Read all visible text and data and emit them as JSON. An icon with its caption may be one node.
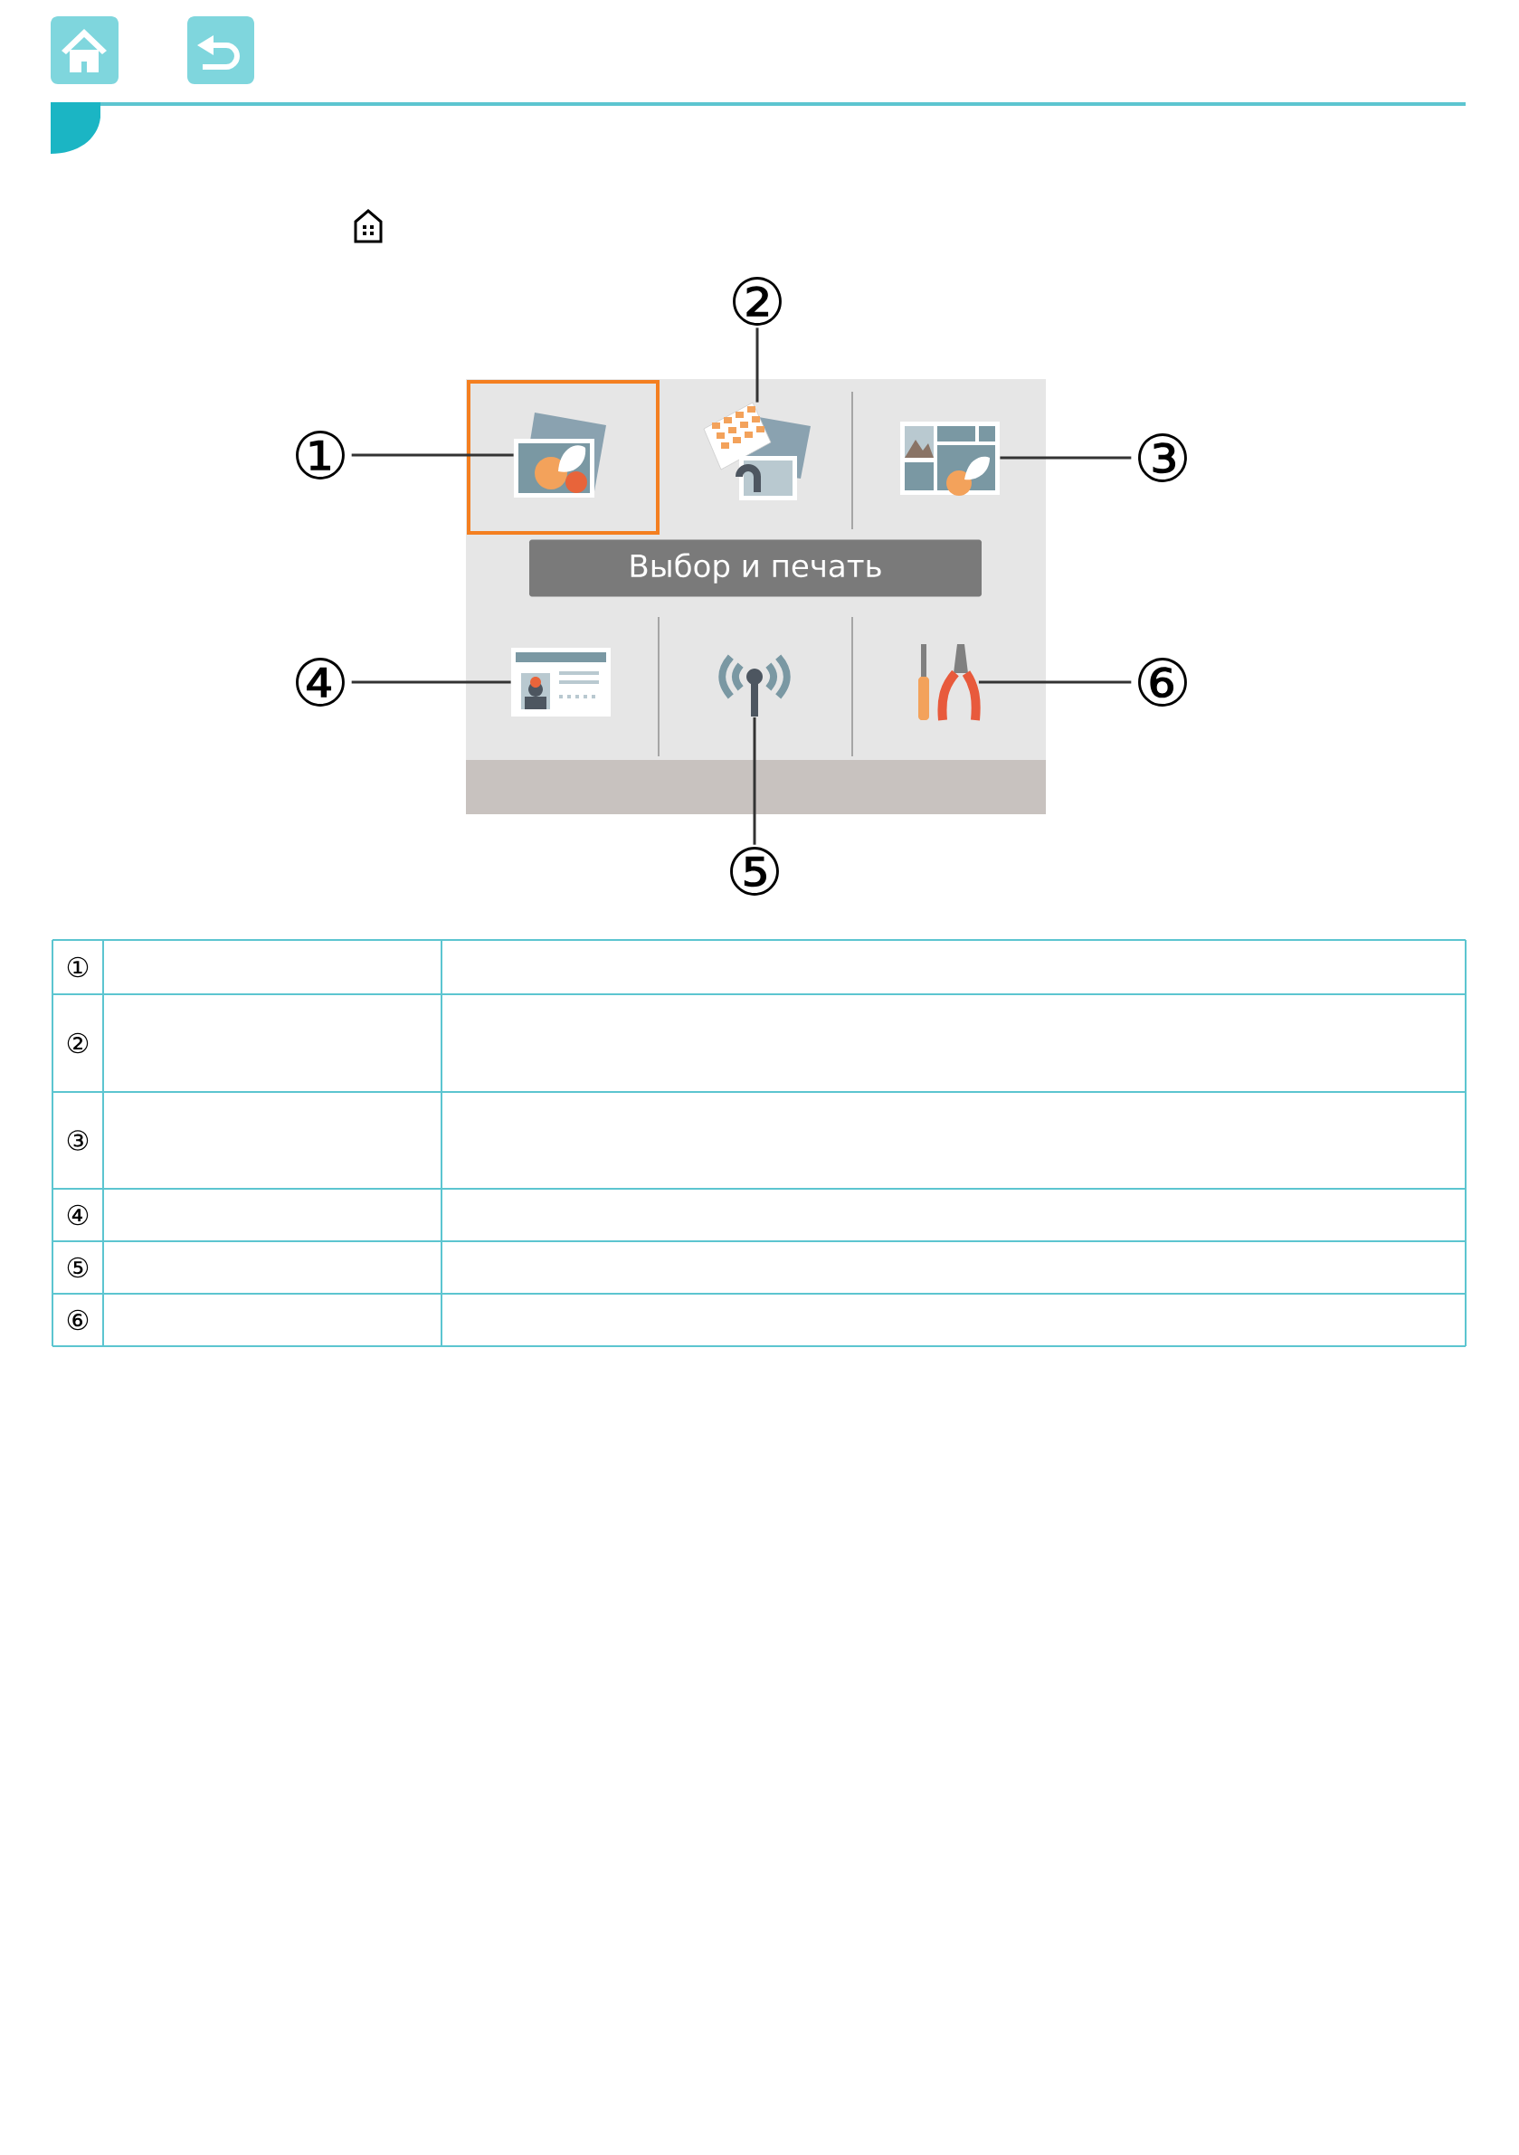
{
  "diagram": {
    "nodes": [
      {
        "text": [
          "①"
        ]
      },
      {
        "text": [
          "②"
        ]
      },
      {
        "text": [
          "③"
        ]
      },
      {
        "text": [
          "④"
        ]
      },
      {
        "text": [
          "⑤"
        ]
      },
      {
        "text": [
          "⑥"
        ]
      },
      {
        "text": [],
        "shape": "picture"
      },
      {
        "text": [],
        "shape": "picture"
      },
      {
        "text": [],
        "shape": "picture"
      },
      {
        "text": [],
        "shape": "picture"
      },
      {
        "text": [],
        "shape": "picture"
      },
      {
        "text": [],
        "shape": "picture"
      },
      {
        "text": [
          "Выбор и печать"
        ]
      }
    ],
    "edges": [
      {
        "from": 0,
        "to": 6,
        "arrow": "none"
      },
      {
        "from": 1,
        "to": 7,
        "arrow": "none"
      },
      {
        "from": 2,
        "to": 8,
        "arrow": "none"
      },
      {
        "from": 3,
        "to": 9,
        "arrow": "none"
      },
      {
        "from": 4,
        "to": 10,
        "arrow": "none"
      },
      {
        "from": 5,
        "to": 11,
        "arrow": "none"
      }
    ],
    "labels": [
      "①",
      "②",
      "③",
      "④",
      "⑤",
      "⑥"
    ]
  }
}
